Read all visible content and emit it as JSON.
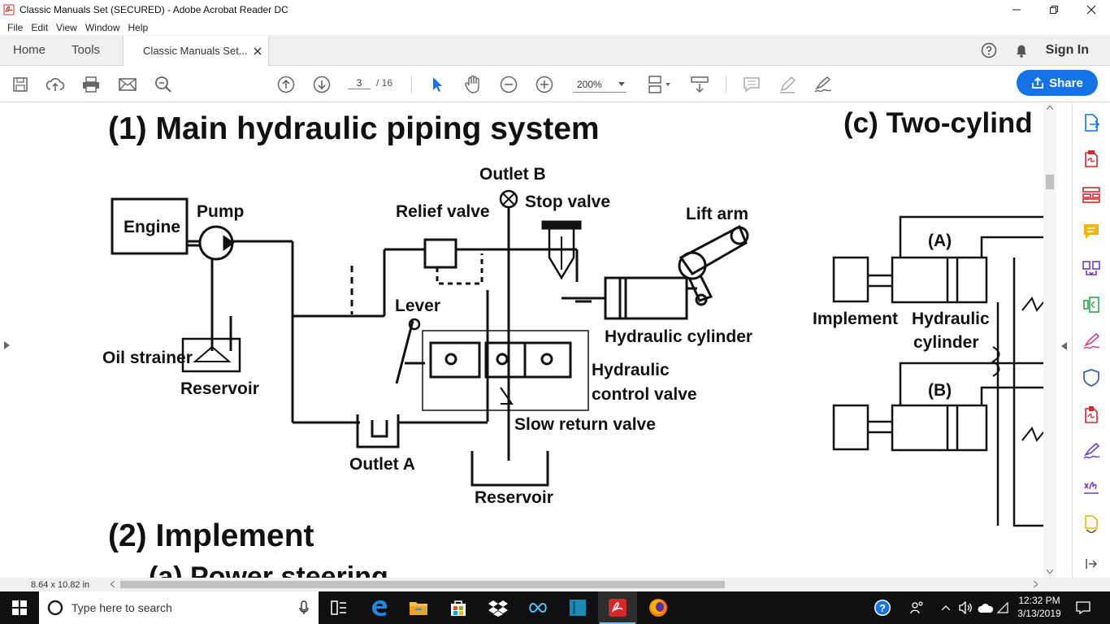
{
  "window": {
    "title": "Classic Manuals Set (SECURED) - Adobe Acrobat Reader DC"
  },
  "menu": {
    "items": [
      "File",
      "Edit",
      "View",
      "Window",
      "Help"
    ]
  },
  "tabs": {
    "home": "Home",
    "tools": "Tools",
    "document": "Classic Manuals Set...",
    "sign_in": "Sign In"
  },
  "toolbar": {
    "current_page": "3",
    "page_total": "/ 16",
    "zoom": "200%",
    "share_label": "Share"
  },
  "document": {
    "heading_main": "(1) Main hydraulic piping system",
    "heading_right": "(c) Two-cylind",
    "heading_implement": "(2) Implement",
    "heading_cutoff": "(a) Power steering",
    "labels": {
      "outlet_b": "Outlet B",
      "stop_valve": "Stop valve",
      "engine": "Engine",
      "pump": "Pump",
      "relief_valve": "Relief valve",
      "lift_arm": "Lift arm",
      "lever": "Lever",
      "oil_strainer": "Oil strainer",
      "reservoir": "Reservoir",
      "hydraulic_cylinder": "Hydraulic cylinder",
      "hydraulic": "Hydraulic",
      "control_valve": "control valve",
      "slow_return_valve": "Slow return valve",
      "outlet_a": "Outlet A",
      "reservoir_bottom": "Reservoir",
      "cyl_a": "(A)",
      "cyl_b": "(B)",
      "implement": "Implement",
      "hydraulic_right": "Hydraulic",
      "cylinder_right": "cylinder"
    }
  },
  "status": {
    "page_size": "8.64 x 10.82 in"
  },
  "taskbar": {
    "search_placeholder": "Type here to search",
    "time": "12:32 PM",
    "date": "3/13/2019"
  }
}
